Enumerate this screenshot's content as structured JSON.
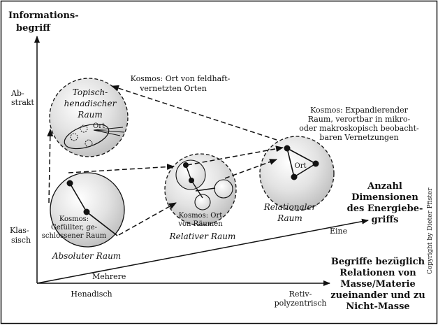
{
  "axes": {
    "y_title": [
      "Informations-",
      "begriff"
    ],
    "y_top_label": [
      "Ab-",
      "strakt"
    ],
    "y_bottom_label": [
      "Klas-",
      "sisch"
    ],
    "x_title": [
      "Begriffe bezüglich",
      "Relationen von",
      "Masse/Materie",
      "zueinander und zu",
      "Nicht-Masse"
    ],
    "x_left_label": "Henadisch",
    "x_right_label": [
      "Retiv-",
      "polyzentrisch"
    ],
    "diag_title": [
      "Anzahl",
      "Dimensionen",
      "des Energiebe-",
      "griffs"
    ],
    "diag_low_label": "Mehrere",
    "diag_high_label": "Eine"
  },
  "spaces": {
    "absolute": {
      "name": "Absoluter Raum",
      "kosmos": [
        "Kosmos:",
        "Gefüllter, ge-",
        "schlossener Raum"
      ]
    },
    "topisch": {
      "name": [
        "Topisch-",
        "henadischer",
        "Raum"
      ],
      "ort": "Ort"
    },
    "relative": {
      "name": "Relativer Raum",
      "kosmos": [
        "Kosmos: Ort",
        "von Räumen"
      ]
    },
    "relational": {
      "name": [
        "Relationaler",
        "Raum"
      ],
      "ort": "Ort"
    }
  },
  "notes": {
    "feldhaft": [
      "Kosmos: Ort von feldhaft-",
      "vernetzten Orten"
    ],
    "expand": [
      "Kosmos: Expandierender",
      "Raum, verortbar in mikro-",
      "oder makroskopisch beobacht-",
      "baren Vernetzungen"
    ]
  },
  "copyright": "Copyright by Dieter Pfister"
}
